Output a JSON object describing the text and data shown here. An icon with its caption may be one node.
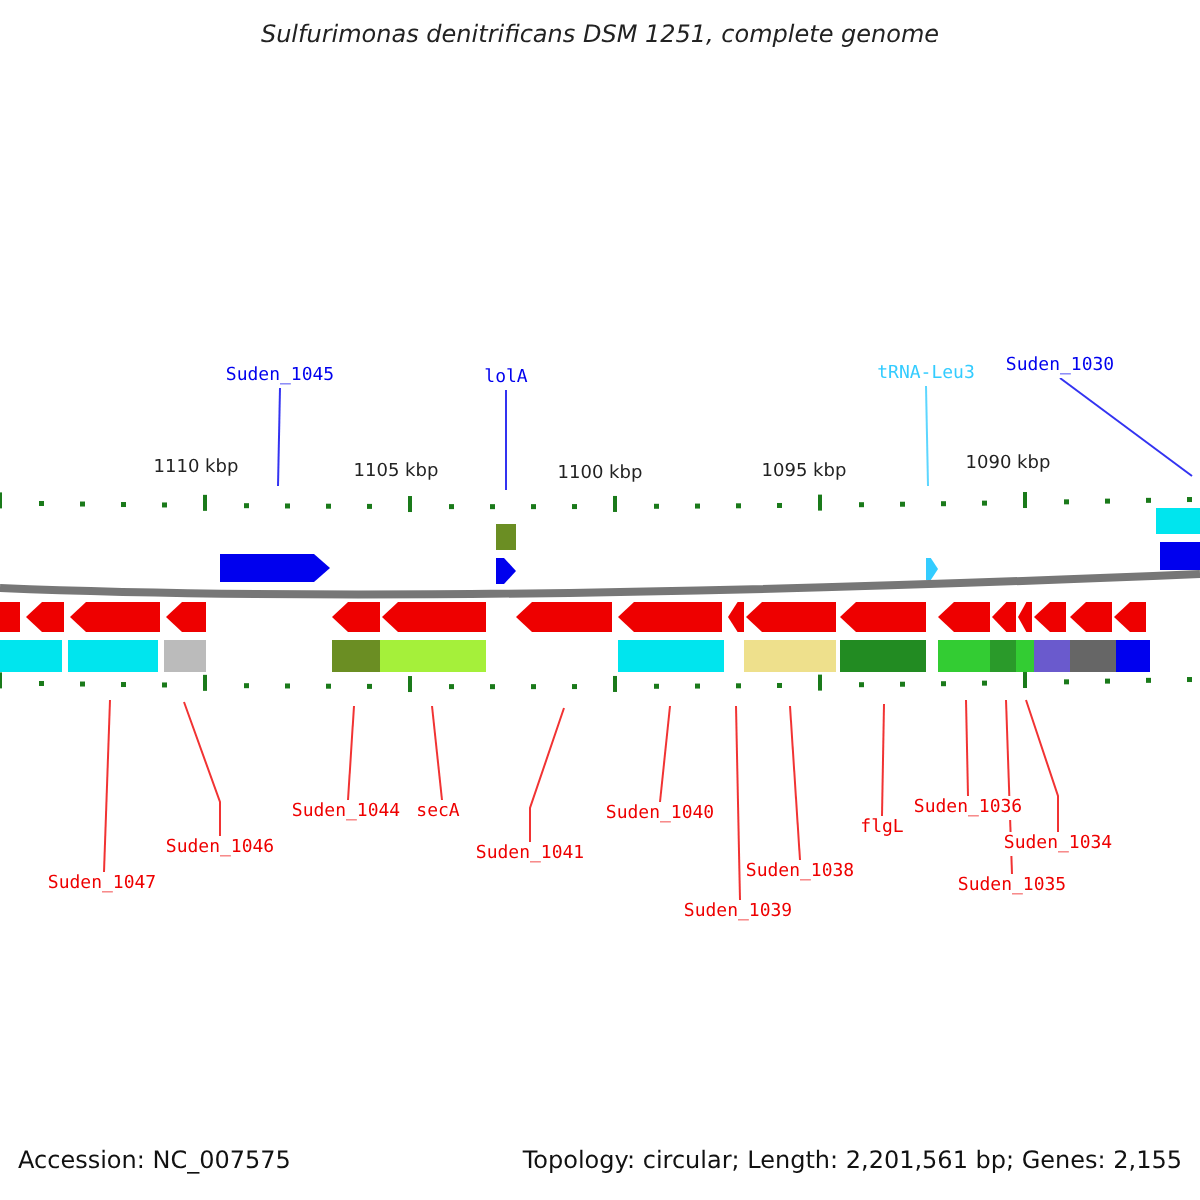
{
  "diagram": {
    "title": "Sulfurimonas denitrificans DSM 1251, complete genome",
    "nodes": [
      {
        "text": [
          "Suden_1045"
        ]
      },
      {
        "text": [
          "lolA"
        ]
      },
      {
        "text": [
          "tRNA-Leu3"
        ]
      },
      {
        "text": [
          "Suden_1030"
        ]
      },
      {
        "text": [
          "Suden_1047"
        ]
      },
      {
        "text": [
          "Suden_1046"
        ]
      },
      {
        "text": [
          "Suden_1044"
        ]
      },
      {
        "text": [
          "secA"
        ]
      },
      {
        "text": [
          "Suden_1041"
        ]
      },
      {
        "text": [
          "Suden_1040"
        ]
      },
      {
        "text": [
          "Suden_1039"
        ]
      },
      {
        "text": [
          "Suden_1038"
        ]
      },
      {
        "text": [
          "flgL"
        ]
      },
      {
        "text": [
          "Suden_1036"
        ]
      },
      {
        "text": [
          "Suden_1035"
        ]
      },
      {
        "text": [
          "Suden_1034"
        ]
      }
    ],
    "edges": [
      {
        "from": 0,
        "to": null,
        "arrow": "none",
        "color": "#0000ee"
      },
      {
        "from": 1,
        "to": null,
        "arrow": "none",
        "color": "#0000ee"
      },
      {
        "from": 2,
        "to": null,
        "arrow": "none",
        "color": "#33ccff"
      },
      {
        "from": 3,
        "to": null,
        "arrow": "none",
        "color": "#0000ee"
      },
      {
        "from": 4,
        "to": null,
        "arrow": "none"
      },
      {
        "from": 5,
        "to": null,
        "arrow": "none"
      },
      {
        "from": 6,
        "to": null,
        "arrow": "none"
      },
      {
        "from": 7,
        "to": null,
        "arrow": "none"
      },
      {
        "from": 8,
        "to": null,
        "arrow": "none"
      },
      {
        "from": 9,
        "to": null,
        "arrow": "none"
      },
      {
        "from": 10,
        "to": null,
        "arrow": "none"
      },
      {
        "from": 11,
        "to": null,
        "arrow": "none"
      },
      {
        "from": 12,
        "to": null,
        "arrow": "none"
      },
      {
        "from": 13,
        "to": null,
        "arrow": "none"
      },
      {
        "from": 14,
        "to": null,
        "arrow": "none"
      },
      {
        "from": 15,
        "to": null,
        "arrow": "none"
      }
    ],
    "labels": [
      "1110 kbp",
      "1105 kbp",
      "1100 kbp",
      "1095 kbp",
      "1090 kbp",
      "Accession: NC_007575",
      "Topology: circular; Length: 2,201,561 bp; Genes: 2,155"
    ]
  }
}
